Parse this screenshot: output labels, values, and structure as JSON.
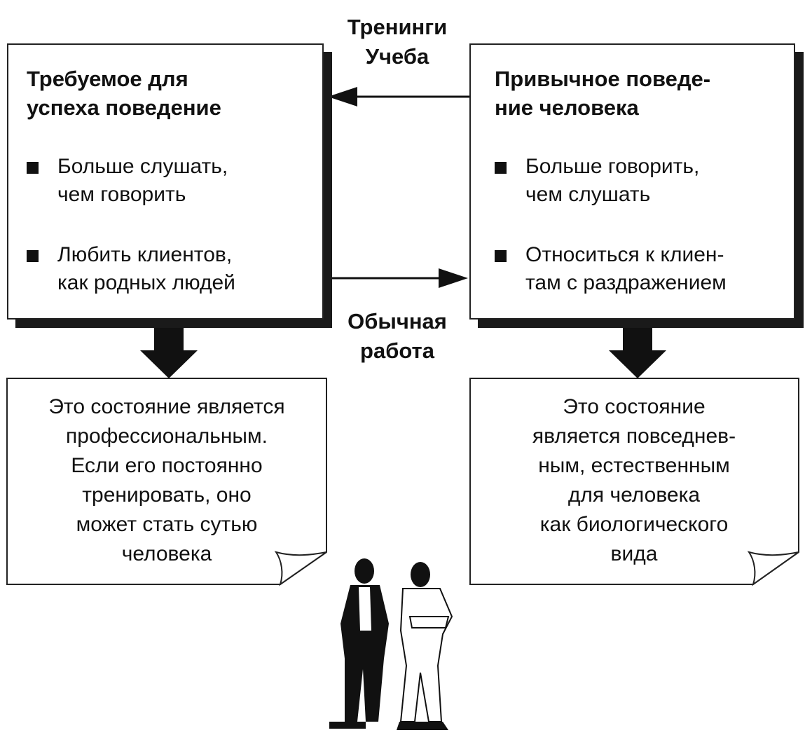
{
  "top_label": "Тренинги\nУчеба",
  "bottom_label": "Обычная\nработа",
  "left_box": {
    "title": "Требуемое для\nуспеха поведение",
    "bullets": [
      "Больше слушать,\nчем говорить",
      "Любить клиентов,\nкак родных людей"
    ]
  },
  "right_box": {
    "title": "Привычное поведе-\nние человека",
    "bullets": [
      "Больше говорить,\nчем слушать",
      "Относиться к клиен-\nтам с раздражением"
    ]
  },
  "left_note": "Это состояние является\nпрофессиональным.\nЕсли его постоянно\nтренировать, оно\nможет стать сутью\nчеловека",
  "right_note": "Это состояние\nявляется повседнев-\nным, естественным\nдля человека\nкак биологического\nвида"
}
